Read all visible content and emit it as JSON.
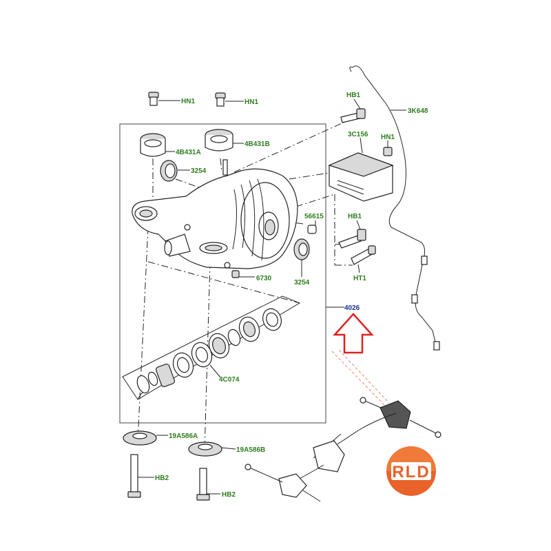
{
  "colors": {
    "label_green": "#2e7d1e",
    "label_blue": "#1f2f8f",
    "arrow_red": "#e0201e",
    "logo_orange": "#e8622a",
    "logo_inner": "#ffffff"
  },
  "labels": {
    "hn1_a": "HN1",
    "hn1_b": "HN1",
    "hb1_top": "HB1",
    "k648": "3K648",
    "c156": "3C156",
    "hn1_c": "HN1",
    "b431a": "4B431A",
    "b431b": "4B431B",
    "s3254_left": "3254",
    "s56615": "56615",
    "hb1_mid": "HB1",
    "ht1": "HT1",
    "s6730": "6730",
    "s3254_right": "3254",
    "s4026": "4026",
    "c074": "4C074",
    "a586a": "19A586A",
    "a586b": "19A586B",
    "hb2_a": "HB2",
    "hb2_b": "HB2"
  },
  "logo": {
    "text": "RLD",
    "icon": "rld-logo"
  },
  "icons": {
    "arrow": "up-arrow-icon"
  }
}
